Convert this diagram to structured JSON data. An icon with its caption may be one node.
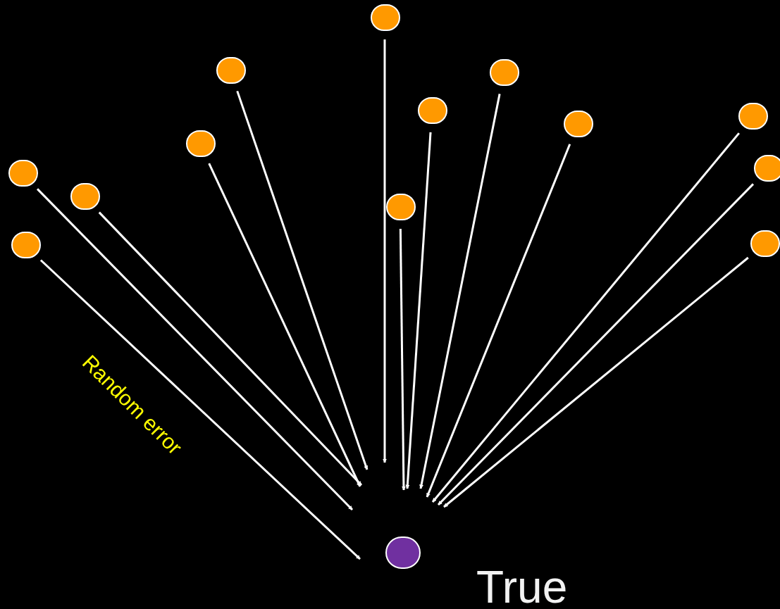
{
  "diagram": {
    "nodes": [
      {
        "text": [],
        "shape": "circle"
      },
      {
        "text": [],
        "shape": "circle"
      },
      {
        "text": [],
        "shape": "circle"
      },
      {
        "text": [],
        "shape": "circle"
      },
      {
        "text": [],
        "shape": "circle"
      },
      {
        "text": [],
        "shape": "circle"
      },
      {
        "text": [],
        "shape": "circle"
      },
      {
        "text": [],
        "shape": "circle"
      },
      {
        "text": [],
        "shape": "circle"
      },
      {
        "text": [],
        "shape": "circle"
      },
      {
        "text": [],
        "shape": "circle"
      },
      {
        "text": [],
        "shape": "circle"
      },
      {
        "text": [],
        "shape": "circle"
      },
      {
        "text": [],
        "shape": "circle",
        "beside": [
          "True"
        ]
      }
    ],
    "edges": [
      {
        "from": 0,
        "to": null,
        "arrow": "to"
      },
      {
        "from": 1,
        "to": null,
        "arrow": "to"
      },
      {
        "from": 2,
        "to": null,
        "arrow": "to"
      },
      {
        "from": 3,
        "to": null,
        "arrow": "to"
      },
      {
        "from": 4,
        "to": null,
        "arrow": "to"
      },
      {
        "from": 5,
        "to": null,
        "arrow": "to"
      },
      {
        "from": 6,
        "to": null,
        "arrow": "to"
      },
      {
        "from": 7,
        "to": null,
        "arrow": "to"
      },
      {
        "from": 8,
        "to": null,
        "arrow": "to"
      },
      {
        "from": 9,
        "to": null,
        "arrow": "to"
      },
      {
        "from": 10,
        "to": null,
        "arrow": "to"
      },
      {
        "from": 11,
        "to": null,
        "arrow": "to"
      },
      {
        "from": 12,
        "to": null,
        "arrow": "to"
      }
    ],
    "labels": [
      "Random error"
    ]
  }
}
